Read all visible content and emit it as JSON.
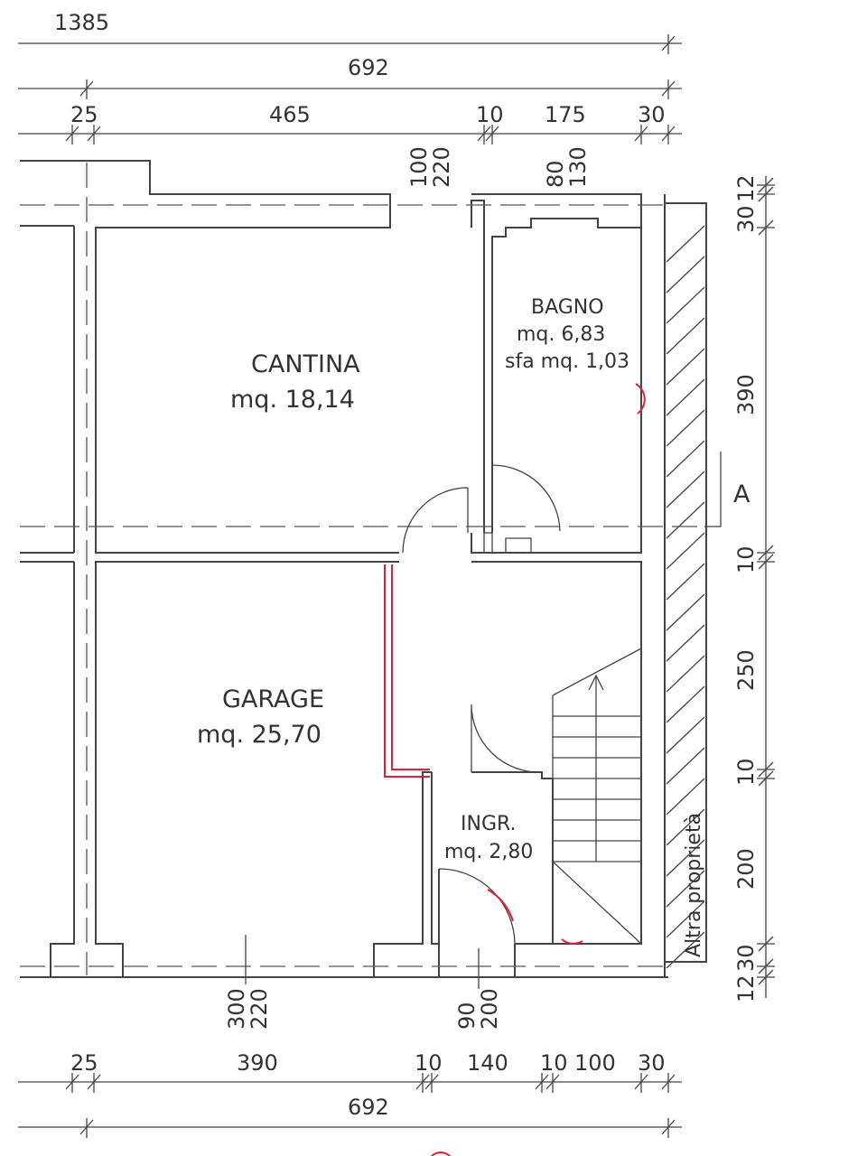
{
  "dimensions": {
    "top": {
      "total": "1385",
      "overall": "692",
      "segments": [
        "25",
        "465",
        "10",
        "175",
        "30"
      ]
    },
    "openings_top": [
      {
        "a": "100",
        "b": "220"
      },
      {
        "a": "80",
        "b": "130"
      }
    ],
    "right": [
      "30",
      "12",
      "390",
      "10",
      "250",
      "10",
      "200",
      "12",
      "30"
    ],
    "openings_bottom": [
      {
        "a": "300",
        "b": "220"
      },
      {
        "a": "90",
        "b": "200"
      }
    ],
    "bottom": {
      "segments": [
        "25",
        "390",
        "10",
        "140",
        "10",
        "100",
        "30"
      ],
      "overall": "692"
    }
  },
  "rooms": {
    "cantina": {
      "name": "CANTINA",
      "area": "mq. 18,14"
    },
    "bagno": {
      "name": "BAGNO",
      "area": "mq. 6,83",
      "sfa": "sfa mq. 1,03"
    },
    "garage": {
      "name": "GARAGE",
      "area": "mq. 25,70"
    },
    "ingresso": {
      "name": "INGR.",
      "area": "mq. 2,80"
    }
  },
  "section_label": "A",
  "neighbor_label": "Altra proprietà"
}
